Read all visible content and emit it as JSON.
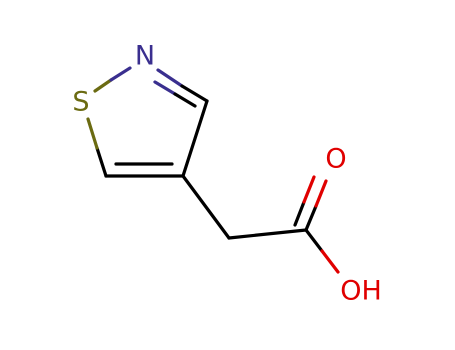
{
  "molecule": {
    "atoms": {
      "sulfur": {
        "label": "S",
        "color": "#6b6b12"
      },
      "nitrogen": {
        "label": "N",
        "color": "#3a2f8f"
      },
      "carbonyl_oxygen": {
        "label": "O",
        "color": "#e00000"
      },
      "hydroxyl": {
        "label": "OH",
        "color": "#e00000"
      }
    },
    "bond_color": "#000000"
  }
}
